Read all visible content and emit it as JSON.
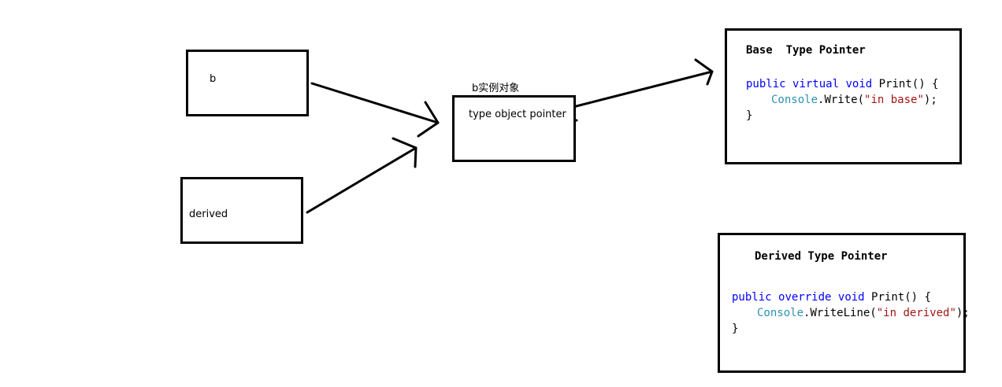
{
  "nodes": {
    "var_b": {
      "label": "b"
    },
    "var_derived": {
      "label": "derived"
    },
    "instance": {
      "caption": "b实例对象",
      "field": "type object pointer"
    }
  },
  "base_type": {
    "title": "Base  Type Pointer",
    "code": {
      "line1": {
        "kw1": "public",
        "kw2": "virtual",
        "kw3": "void",
        "rest": "Print() {"
      },
      "line2": {
        "type": "Console",
        "call": ".Write(",
        "str": "\"in base\"",
        "end": ");"
      },
      "line3": "}"
    }
  },
  "derived_type": {
    "title": "Derived Type Pointer",
    "code": {
      "line1": {
        "kw1": "public",
        "kw2": "override",
        "kw3": "void",
        "rest": "Print() {"
      },
      "line2": {
        "type": "Console",
        "call": ".WriteLine(",
        "str": "\"in derived\"",
        "end": ");"
      },
      "line3": "}"
    }
  }
}
